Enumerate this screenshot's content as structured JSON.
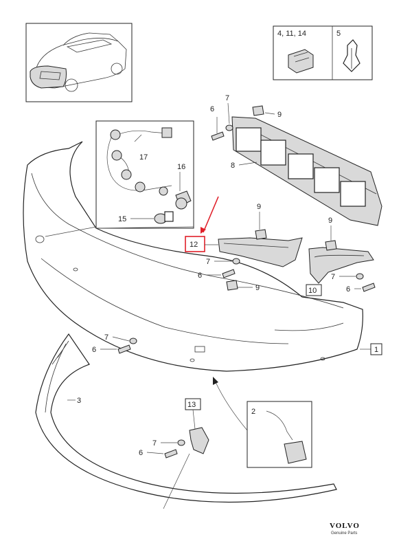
{
  "header_box": {
    "left_label": "4, 11, 14",
    "right_label": "5"
  },
  "labels": {
    "p1": "1",
    "p2": "2",
    "p3": "3",
    "p6a": "6",
    "p6b": "6",
    "p6c": "6",
    "p6d": "6",
    "p6e": "6",
    "p7a": "7",
    "p7b": "7",
    "p7c": "7",
    "p7d": "7",
    "p7e": "7",
    "p8": "8",
    "p9a": "9",
    "p9b": "9",
    "p9c": "9",
    "p9d": "9",
    "p10": "10",
    "p12": "12",
    "p13": "13",
    "p15": "15",
    "p16": "16",
    "p17": "17"
  },
  "brand": {
    "name": "VOLVO",
    "tagline": "Genuine Parts"
  },
  "colors": {
    "highlight": "#e0202a",
    "line": "#222222",
    "fill": "#d9d9d9"
  }
}
